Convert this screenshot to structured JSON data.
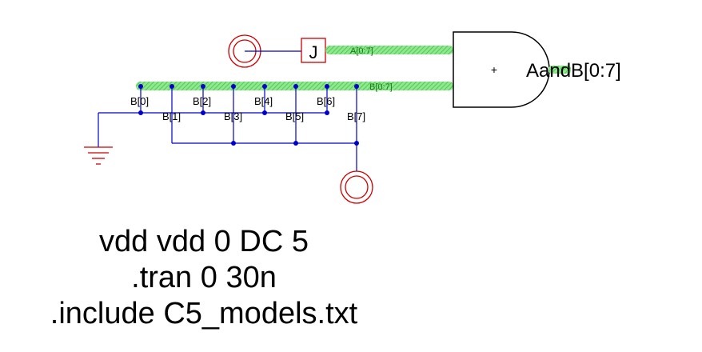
{
  "schematic": {
    "bus_a_label": "A[0:7]",
    "bus_b_label": "B[0:7]",
    "output_label": "AandB[0:7]",
    "gate_center_mark": "+",
    "jumper_label": "J",
    "bits": [
      "B[0]",
      "B[1]",
      "B[2]",
      "B[3]",
      "B[4]",
      "B[5]",
      "B[6]",
      "B[7]"
    ]
  },
  "spice_directives": {
    "line1": "vdd vdd 0 DC 5",
    "line2": ".tran 0 30n",
    "line3": ".include C5_models.txt"
  },
  "colors": {
    "wire": "#0000cc",
    "bus": "#7fe07f",
    "symbol_red": "#cc0000",
    "gate": "#000000"
  }
}
